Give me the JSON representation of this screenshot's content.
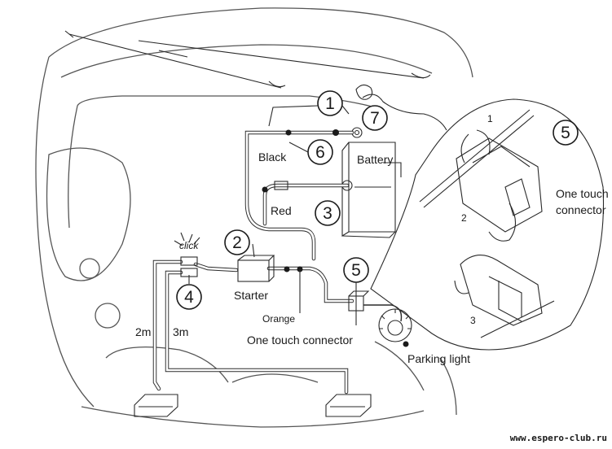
{
  "callouts": {
    "n1": "1",
    "n2": "2",
    "n3": "3",
    "n4": "4",
    "n5": "5",
    "n6": "6",
    "n7": "7"
  },
  "labels": {
    "black": "Black",
    "red": "Red",
    "battery": "Battery",
    "starter": "Starter",
    "orange": "Orange",
    "one_touch_connector": "One touch connector",
    "parking_light": "Parking light",
    "click": "click",
    "len_2m": "2m",
    "len_3m": "3m"
  },
  "detail": {
    "number": "5",
    "title_line1": "One touch",
    "title_line2": "connector",
    "step1": "1",
    "step2": "2",
    "step3": "3"
  },
  "watermark": "www.espero-club.ru",
  "colors": {
    "line": "#2a2a2a",
    "body_line": "#555555",
    "background": "#ffffff"
  }
}
